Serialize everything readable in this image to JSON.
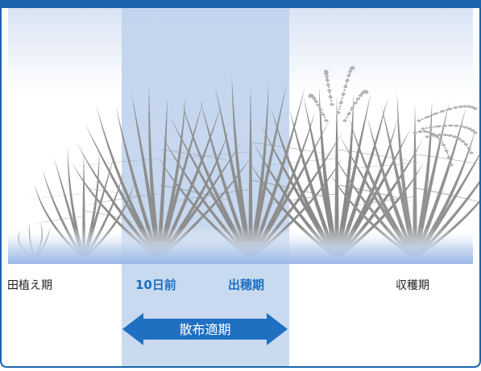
{
  "stages": {
    "transplanting": "田植え期",
    "ten_days_before": "10日前",
    "heading": "出穂期",
    "harvest": "収穫期"
  },
  "application_period": "散布適期",
  "colors": {
    "frame": "#1a63ad",
    "highlight_band": "#c7d8ef",
    "arrow": "#1f70c1",
    "emphasis_text": "#1d6fc0",
    "plant": "#8e8e8e",
    "water": "#a9c2ea"
  }
}
